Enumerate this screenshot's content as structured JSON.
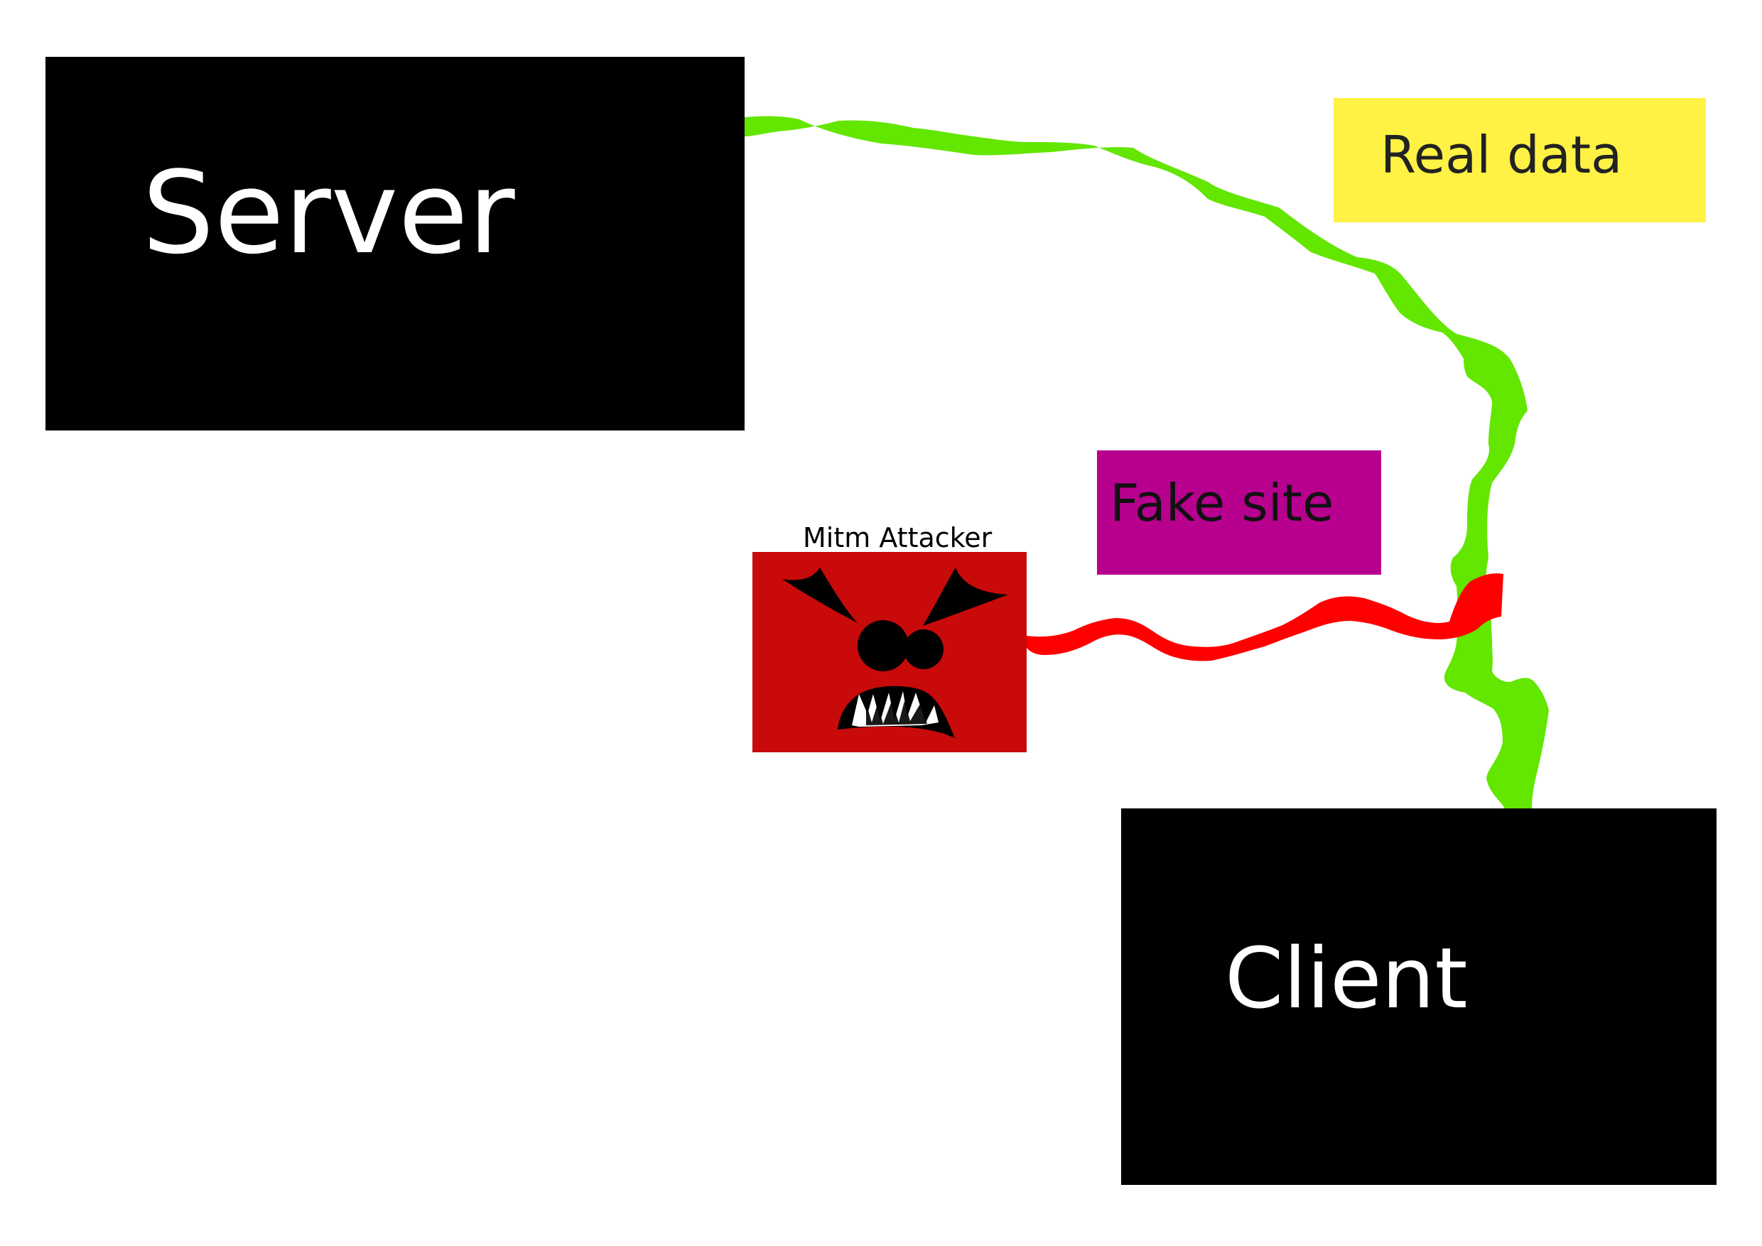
{
  "nodes": {
    "server": {
      "label": "Server"
    },
    "client": {
      "label": "Client"
    },
    "real_data": {
      "label": "Real data"
    },
    "fake_site": {
      "label": "Fake site"
    },
    "attacker": {
      "label": "Mitm Attacker"
    }
  },
  "colors": {
    "node_background": "#000000",
    "node_text": "#ffffff",
    "real_data_background": "#fff244",
    "fake_site_background": "#b8008f",
    "attacker_background": "#c80a0a",
    "real_path": "#63e600",
    "fake_path": "#ff0000"
  },
  "icons": {
    "attacker_face": "angry-monster-face-icon"
  }
}
